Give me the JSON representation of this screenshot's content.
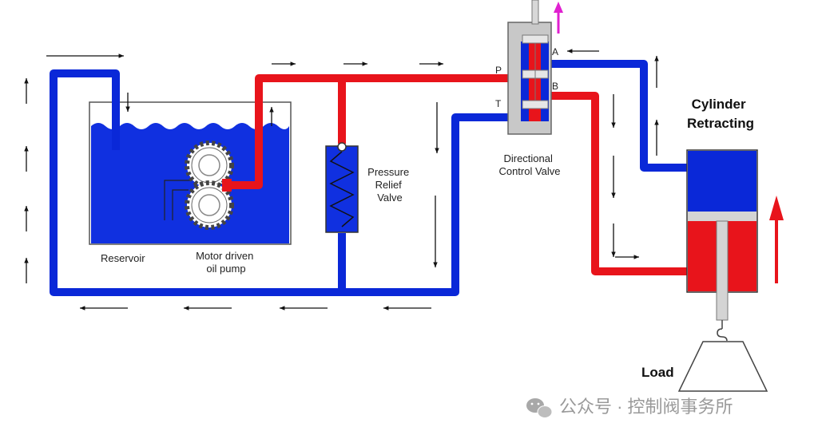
{
  "labels": {
    "reservoir": "Reservoir",
    "pump_line1": "Motor driven",
    "pump_line2": "oil pump",
    "relief_line1": "Pressure",
    "relief_line2": "Relief",
    "relief_line3": "Valve",
    "dcv_line1": "Directional",
    "dcv_line2": "Control Valve",
    "port_p": "P",
    "port_t": "T",
    "port_a": "A",
    "port_b": "B",
    "cylinder_line1": "Cylinder",
    "cylinder_line2": "Retracting",
    "load": "Load"
  },
  "watermark": {
    "text": "公众号 · 控制阀事务所",
    "icon": "wechat-icon"
  },
  "colors": {
    "pressure_line": "#e8141b",
    "return_line": "#0a28d8",
    "reservoir_oil": "#1030e0",
    "motion_arrow": "#e8141b",
    "spool_arrow": "#e020d0",
    "flow_arrow": "#111111"
  },
  "state": "Cylinder Retracting"
}
